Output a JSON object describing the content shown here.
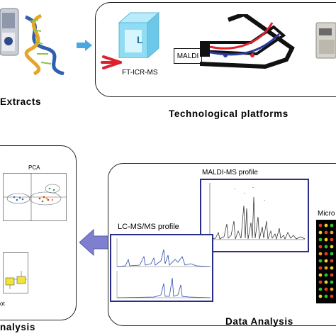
{
  "top": {
    "extracts_label": "Extracts",
    "platforms_label": "Technological platforms",
    "ft_icr_ms_label": "FT-ICR-MS",
    "ft_icr_ms_letter": "L",
    "maldi_label": "MALDI"
  },
  "bottom": {
    "stats_label": "nalysis",
    "pca_title": "PCA",
    "plot_label": "ot",
    "data_analysis_label": "Data Analysis",
    "maldi_profile_label": "MALDI-MS profile",
    "lcms_profile_label": "LC-MS/MS profile",
    "micro_label": "Micro"
  },
  "colors": {
    "panel_border": "#222222",
    "profile_border": "#2a2e8a",
    "arrow_fill": "#7f7fd0",
    "red_marker": "#e0202a",
    "cyan_box": "#7fd6f0"
  }
}
